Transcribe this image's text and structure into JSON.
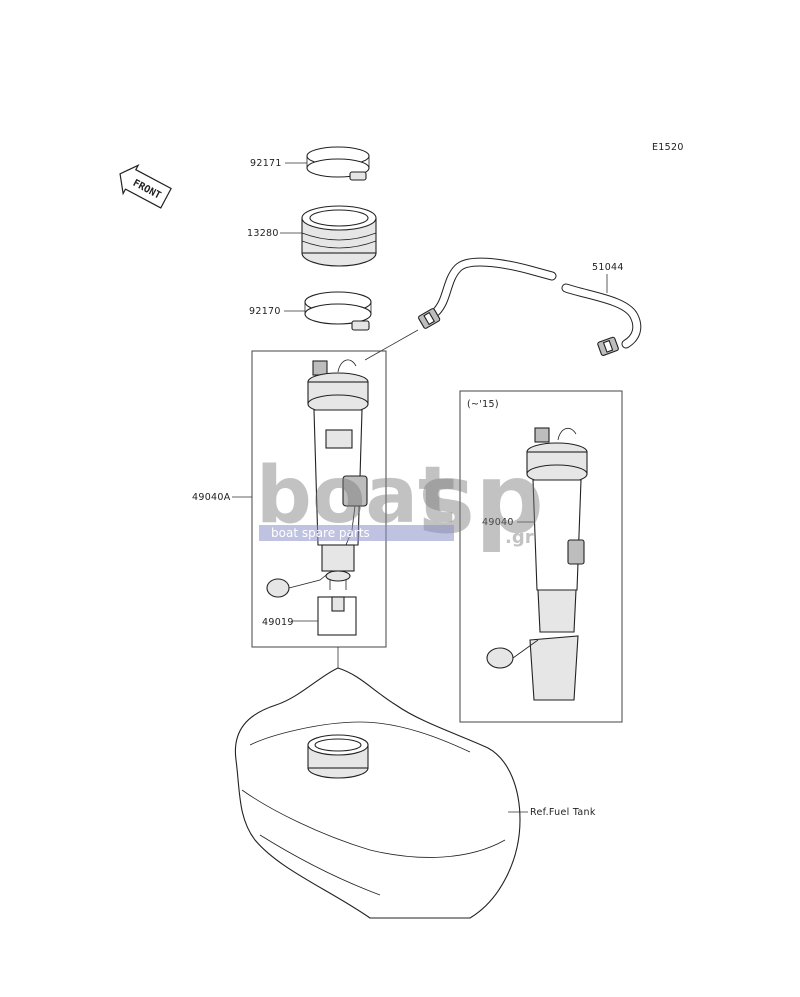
{
  "diagram_code": "E1520",
  "front_label": "FRONT",
  "parts": {
    "clamp_top": "92171",
    "gasket": "13280",
    "clamp_bottom": "92170",
    "hose": "51044",
    "pump_assy_a": "49040A",
    "filter": "49019",
    "pump_assy": "49040",
    "fuel_tank_ref": "Ref.Fuel Tank"
  },
  "inset_note": "(~'15)",
  "watermark": {
    "brand_a": "boat",
    "brand_b": "sp",
    "tld": ".gr",
    "tagline": "boat spare parts"
  }
}
